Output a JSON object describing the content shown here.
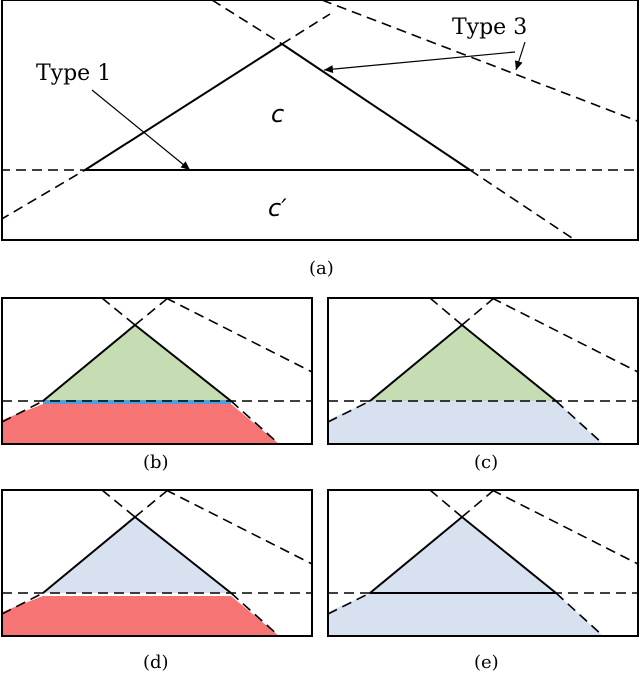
{
  "panel_a": {
    "label_type1": "Type 1",
    "label_type3": "Type 3",
    "cell_c": "c",
    "cell_c_prime": "c′",
    "caption": "(a)"
  },
  "captions": {
    "b": "(b)",
    "c": "(c)",
    "d": "(d)",
    "e": "(e)"
  },
  "colors": {
    "green": "#c6dcb2",
    "red": "#f67474",
    "light_blue": "#d7e1f0",
    "blue_line": "#4f9fdc"
  }
}
